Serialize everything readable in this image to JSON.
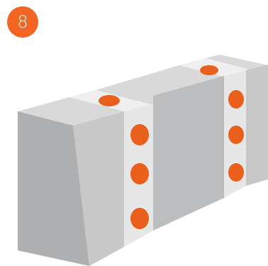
{
  "step": {
    "number": "8"
  },
  "colors": {
    "accent": "#F26522",
    "dot": "#E8601C",
    "block_front": "#C8C8C9",
    "block_front_dark": "#BCBDBE",
    "block_side": "#AEAFB0",
    "block_top": "#D9D9DA",
    "joint_front": "#E7E7E8",
    "joint_top": "#EFEFEF"
  },
  "illustration": {
    "icon": "block-wall-with-joint-dots",
    "joints": 2,
    "dots_per_vertical_joint": [
      3,
      3
    ],
    "dots_on_top_joints": 2
  }
}
